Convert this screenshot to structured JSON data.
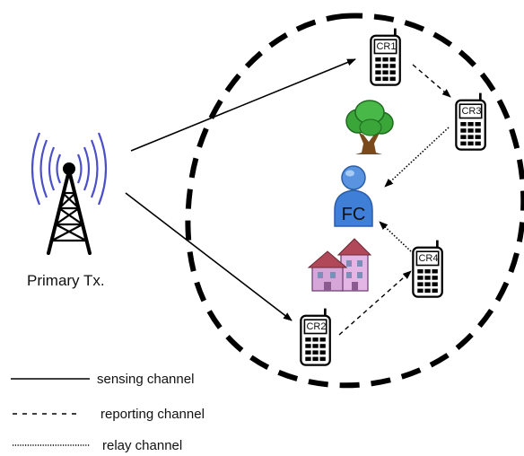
{
  "tower": {
    "label": "Primary Tx."
  },
  "fusion_center": {
    "label": "FC"
  },
  "radios": [
    {
      "id": "cr1",
      "label": "CR1"
    },
    {
      "id": "cr2",
      "label": "CR2"
    },
    {
      "id": "cr3",
      "label": "CR3"
    },
    {
      "id": "cr4",
      "label": "CR4"
    }
  ],
  "legend": {
    "sensing": "sensing channel",
    "reporting": "reporting channel",
    "relay": "relay channel"
  },
  "colors": {
    "signal_waves": "#4b4fc8",
    "fc_person": "#3f7fd8",
    "tree_canopy": "#3aa63a",
    "tree_trunk": "#7a4a1c",
    "building": "#d6a6d8",
    "roof": "#b0485a"
  },
  "icons": [
    "antenna-tower-icon",
    "mobile-phone-icon",
    "tree-icon",
    "person-icon",
    "buildings-icon"
  ]
}
